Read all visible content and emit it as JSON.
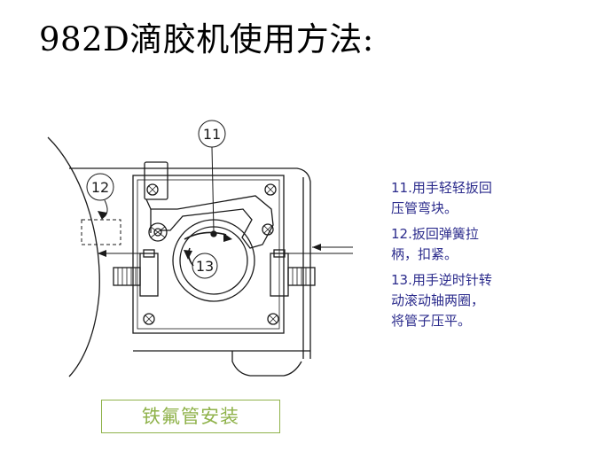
{
  "title": "982D滴胶机使用方法:",
  "callouts": {
    "c11": "11",
    "c12": "12",
    "c13": "13"
  },
  "steps": [
    {
      "line1": "11.用手轻轻扳回",
      "line2": "压管弯块。"
    },
    {
      "line1": "12.扳回弹簧拉",
      "line2": "柄，扣紧。"
    },
    {
      "line1": "13.用手逆时针转",
      "line2": "动滚动轴两圈，",
      "line3": "将管子压平。"
    }
  ],
  "caption": "铁氟管安装",
  "colors": {
    "line": "#1a1a1a",
    "instruction_text": "#2b2b8c",
    "caption": "#8fb24a"
  }
}
